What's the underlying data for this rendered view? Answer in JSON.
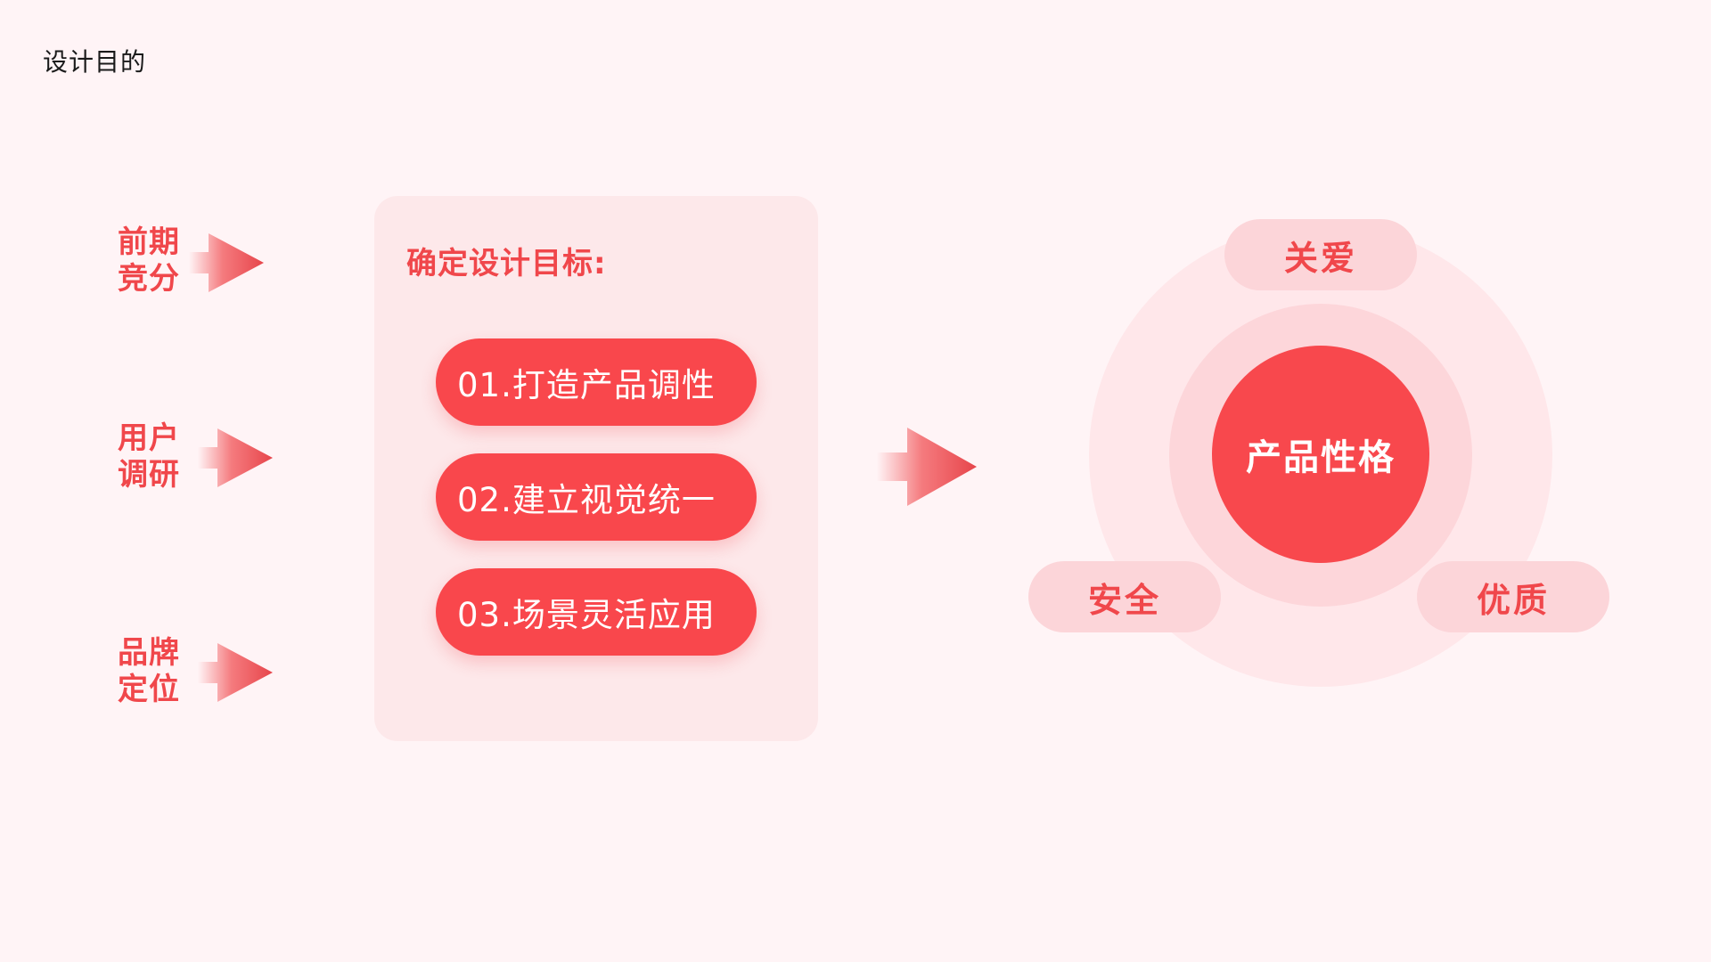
{
  "page": {
    "title": "设计目的"
  },
  "inputs": [
    {
      "line1": "前期",
      "line2": "竞分"
    },
    {
      "line1": "用户",
      "line2": "调研"
    },
    {
      "line1": "品牌",
      "line2": "定位"
    }
  ],
  "goals": {
    "heading": "确定设计目标:",
    "items": [
      "01.打造产品调性",
      "02.建立视觉统一",
      "03.场景灵活应用"
    ]
  },
  "result": {
    "core": "产品性格",
    "traits": {
      "top": "关爱",
      "left": "安全",
      "right": "优质"
    }
  },
  "colors": {
    "accent": "#f9474c",
    "background": "#fff4f6",
    "panel": "#fde8ea",
    "ring_outer": "#ffe7ea",
    "ring_middle": "#fdd6da",
    "trait_pill": "#fcd5d9",
    "title_text": "#1a1a1a"
  }
}
